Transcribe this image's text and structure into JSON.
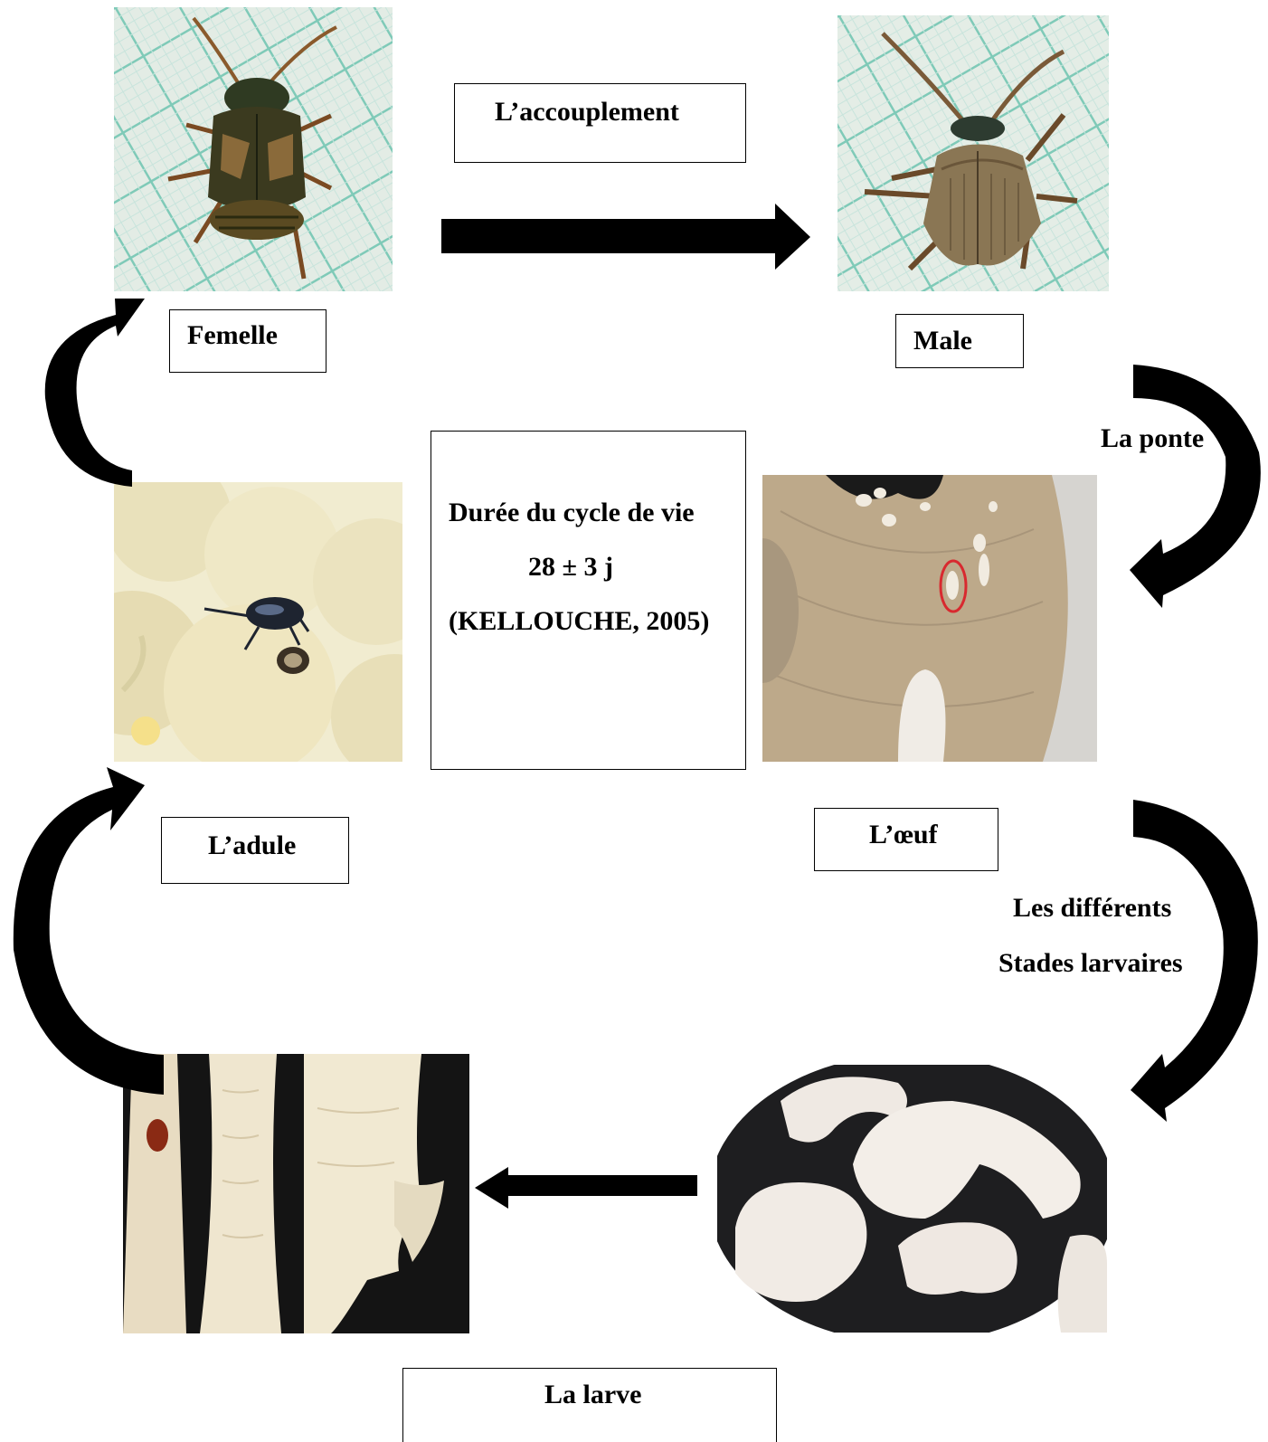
{
  "labels": {
    "mating": "L’accouplement",
    "female": "Femelle",
    "male": "Male",
    "laying": "La ponte",
    "egg": "L’œuf",
    "adult": "L’adule",
    "larval_stages_1": "Les différents",
    "larval_stages_2": "Stades larvaires",
    "larva": "La larve"
  },
  "center": {
    "line1": "Durée du cycle de vie",
    "line2": "28 ± 3 j",
    "line3": "(KELLOUCHE, 2005)"
  },
  "colors": {
    "arrow": "#000000",
    "grid_background": "#dfe9e2",
    "grid_lines": "#8fd0c4",
    "egg_circle": "#d8292f"
  },
  "icons": {
    "female_photo": "beetle-photo",
    "male_photo": "beetle-photo",
    "egg_photo": "eggs-on-seed-photo",
    "adult_photo": "beetle-on-seeds-photo",
    "larva_photo": "larvae-closeup-photo",
    "larval_stages_photo": "curled-larvae-photo"
  }
}
